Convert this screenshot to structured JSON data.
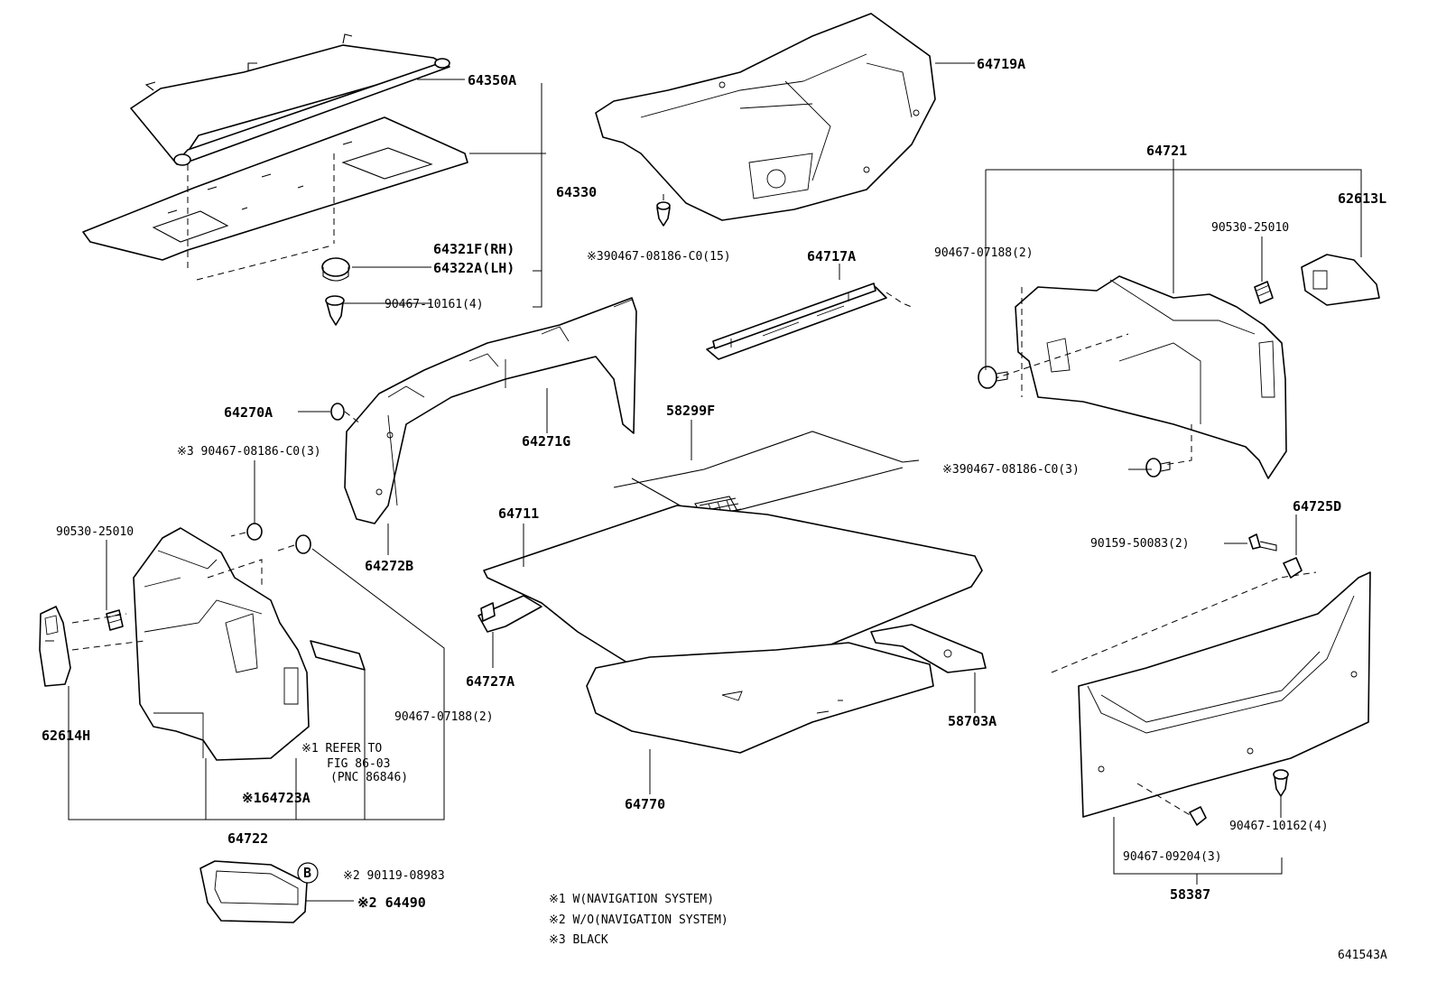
{
  "labels": {
    "p64350A": "64350A",
    "p64719A": "64719A",
    "p64330": "64330",
    "p64721": "64721",
    "p62613L": "62613L",
    "p64321F": "64321F(RH)",
    "p64322A": "64322A(LH)",
    "p90467_08186_15": "※390467-08186-C0(15)",
    "p90530_25010_r": "90530-25010",
    "p90467_07188_r": "90467-07188(2)",
    "p64717A": "64717A",
    "p90467_10161": "90467-10161(4)",
    "p64270A": "64270A",
    "p58299F": "58299F",
    "p64271G": "64271G",
    "p90467_08186_3a": "※3 90467-08186-C0(3)",
    "p90467_08186_3b": "※390467-08186-C0(3)",
    "p90530_25010_l": "90530-25010",
    "p64725D": "64725D",
    "p64711": "64711",
    "p90159": "90159-50083(2)",
    "p64272B": "64272B",
    "p64727A": "64727A",
    "p62614H": "62614H",
    "p90467_07188_l": "90467-07188(2)",
    "p58703A": "58703A",
    "refer1": "※1 REFER TO",
    "refer2": "FIG 86-03",
    "refer3": "(PNC 86846)",
    "p64723A": "※164723A",
    "p64770": "64770",
    "p90467_10162": "90467-10162(4)",
    "p64722": "64722",
    "p90467_09204": "90467-09204(3)",
    "badge_b": "B",
    "p90119": "※2 90119-08983",
    "p58387": "58387",
    "p64490": "※2 64490",
    "fig_id": "641543A"
  },
  "notes": [
    "※1 W(NAVIGATION SYSTEM)",
    "※2 W/O(NAVIGATION SYSTEM)",
    "※3 BLACK"
  ]
}
